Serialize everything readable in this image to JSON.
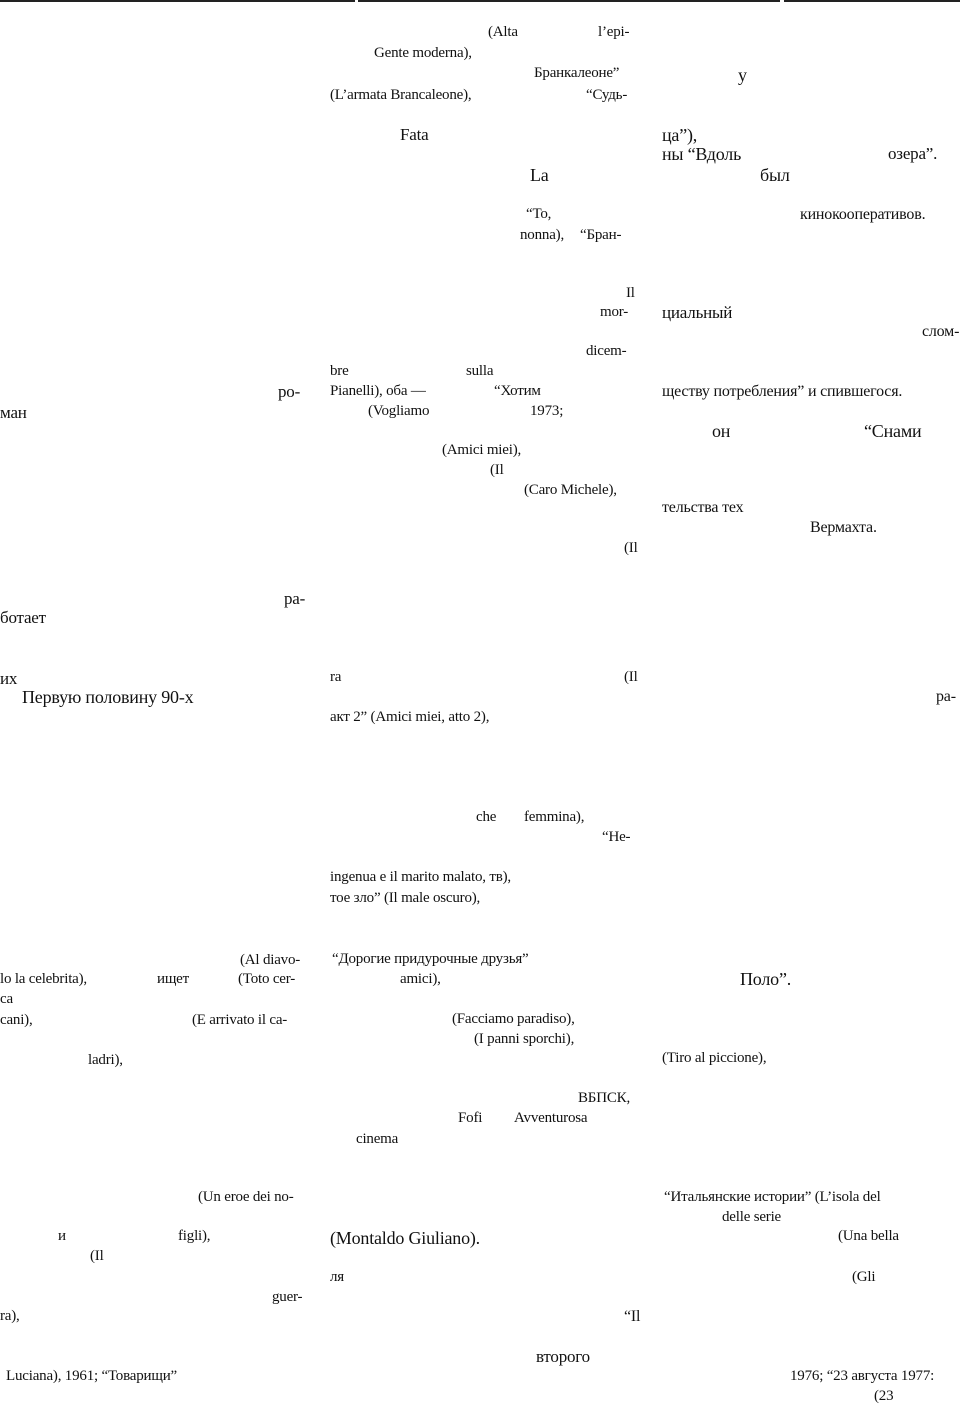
{
  "left_column": [
    "ро-",
    "ман",
    "ра-",
    "ботает",
    "их",
    "Первую половину 90-х",
    "(Al diavo-",
    "lo la celebrita),",
    "ищет",
    "(Toto cer-",
    "ca",
    "cani),",
    "(E arrivato il ca-",
    "ladri),",
    "(Un eroe dei no-",
    "и",
    "figli),",
    "(Il",
    "guer-",
    "ra),",
    "Luciana), 1961; “Товарищи”"
  ],
  "middle_column": [
    "(Alta",
    "l’epi-",
    "Gente moderna),",
    "Бранкалеоне”",
    "(L’armata Brancaleone),",
    "“Судь-",
    "Fata",
    "La",
    "“To,",
    "nonna),",
    "“Бран-",
    "Il",
    "mor-",
    "dicem-",
    "bre",
    "sulla",
    "Pianelli), оба —",
    "“Хотим",
    "(Vogliamo",
    "1973;",
    "(Amici miei),",
    "(Il",
    "(Caro Michele),",
    "(Il",
    "ra",
    "(Il",
    "акт 2” (Amici miei, atto 2),",
    "che",
    "femmina),",
    "“Не-",
    "ingenua e il marito malato, тв),",
    "тое зло” (Il male oscuro),",
    "“Дорогие придурочные друзья”",
    "amici),",
    "(Facciamo paradiso),",
    "(I panni sporchi),",
    "ВБПСК,",
    "Fofi",
    "Avventurosa",
    "cinema",
    "(Montaldo Giuliano).",
    "ля",
    "“Il",
    "второго"
  ],
  "right_column": [
    "у",
    "ца”),",
    "ны “Вдоль",
    "озера”.",
    "был",
    "кинокооперативов.",
    "циальный",
    "слом-",
    "ществу потребления” и спившегося.",
    "он",
    "“Снами",
    "тельства тех",
    "Вермахта.",
    "ра-",
    "Поло”.",
    "(Tiro al piccione),",
    "“Итальянские истории” (L’isola del",
    "delle serie",
    "(Una bella",
    "(Gli",
    "1976; “23 августа 1977:",
    "(23"
  ]
}
